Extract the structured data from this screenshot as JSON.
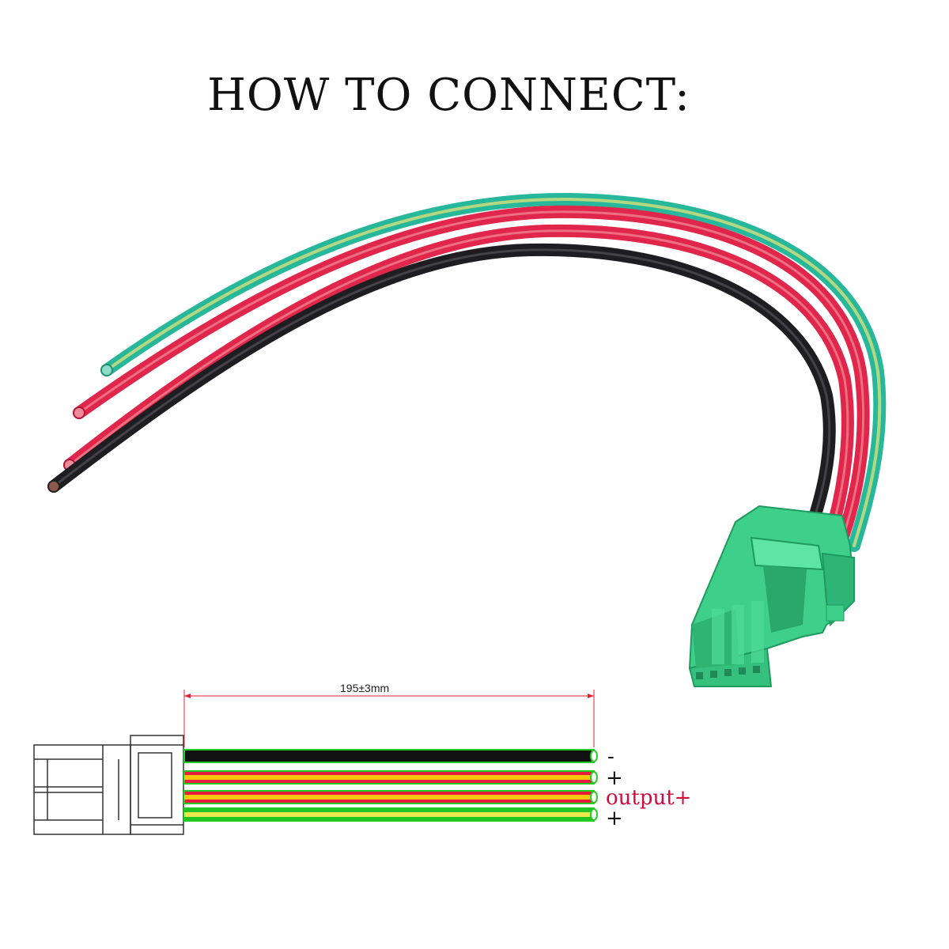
{
  "title": "HOW TO CONNECT:",
  "dimension": {
    "label": "195±3mm"
  },
  "wires": [
    {
      "id": "black",
      "pin_label": "-",
      "color": "#111111",
      "stripe": null
    },
    {
      "id": "red-1",
      "pin_label": "+",
      "color": "#e81c3e",
      "stripe": "#f7c80a"
    },
    {
      "id": "red-2",
      "pin_label": "output+",
      "color": "#e81c3e",
      "stripe": "#f7c80a"
    },
    {
      "id": "green",
      "pin_label": "+",
      "color": "#22c423",
      "stripe": "#e8e94a"
    }
  ],
  "colors": {
    "connector_green": "#3ecf8a",
    "wire_teal": "#27b79a",
    "wire_red": "#e0264a",
    "wire_black": "#1e1e22",
    "label_accent": "#d10a3a",
    "dimension_line": "#e02030"
  }
}
